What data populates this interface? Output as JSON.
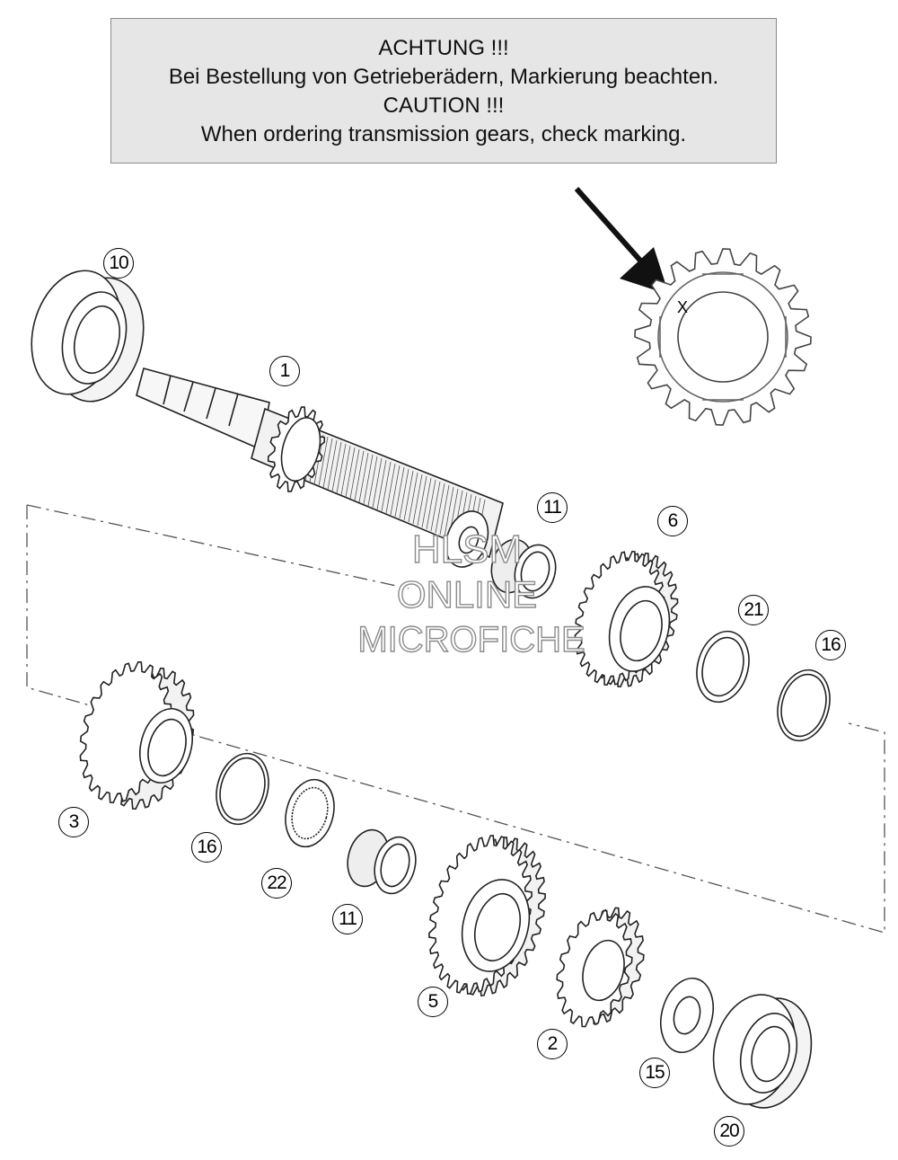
{
  "notice": {
    "line1": "ACHTUNG !!!",
    "line2": "Bei Bestellung von Getrieberädern, Markierung beachten.",
    "line3": "CAUTION !!!",
    "line4": "When ordering transmission gears, check marking."
  },
  "marking": "X",
  "watermark": {
    "line1": "HLSM",
    "line2": "ONLINE",
    "line3": "MICROFICHE"
  },
  "callouts": {
    "c10": "10",
    "c1": "1",
    "c11a": "11",
    "c6": "6",
    "c21": "21",
    "c16a": "16",
    "c3": "3",
    "c16b": "16",
    "c22": "22",
    "c11b": "11",
    "c5": "5",
    "c2": "2",
    "c15": "15",
    "c20": "20"
  }
}
